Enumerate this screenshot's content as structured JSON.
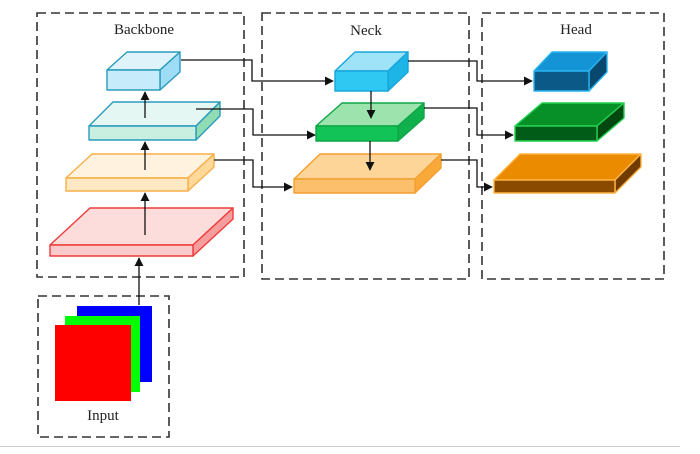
{
  "diagram": {
    "sections": {
      "backbone": {
        "title": "Backbone"
      },
      "neck": {
        "title": "Neck"
      },
      "head": {
        "title": "Head"
      },
      "input": {
        "title": "Input"
      }
    },
    "input_channels": [
      {
        "name": "blue-channel",
        "color": "#0000ff"
      },
      {
        "name": "green-channel",
        "color": "#00ff00"
      },
      {
        "name": "red-channel",
        "color": "#ff0000"
      }
    ],
    "backbone_layers": [
      {
        "name": "backbone-layer-1",
        "top": "#fddcdc",
        "front": "#fbcaca",
        "side": "#f69e9e",
        "stroke": "#ef3b3b"
      },
      {
        "name": "backbone-layer-2",
        "top": "#fff3e0",
        "front": "#ffe8c4",
        "side": "#ffd89a",
        "stroke": "#f7b049"
      },
      {
        "name": "backbone-layer-3",
        "top": "#e4f7f2",
        "front": "#c9efe1",
        "side": "#8fdcb5",
        "stroke": "#2a9bbd"
      },
      {
        "name": "backbone-layer-4",
        "top": "#dff3fb",
        "front": "#c6ecfb",
        "side": "#9fdcf5",
        "stroke": "#2a9bbd"
      }
    ],
    "neck_layers": [
      {
        "name": "neck-layer-top",
        "top": "#9ee3f7",
        "front": "#2ec8f2",
        "side": "#1cb5e6",
        "stroke": "#18a6dc"
      },
      {
        "name": "neck-layer-mid",
        "top": "#9de3ad",
        "front": "#12c457",
        "side": "#10b14d",
        "stroke": "#0fa646"
      },
      {
        "name": "neck-layer-bottom",
        "top": "#fdd598",
        "front": "#fcc06c",
        "side": "#f9a83a",
        "stroke": "#f3a031"
      }
    ],
    "head_layers": [
      {
        "name": "head-output-large",
        "top": "#1494d4",
        "front": "#0a5987",
        "side": "#09476c",
        "stroke": "#27b3f0"
      },
      {
        "name": "head-output-medium",
        "top": "#079027",
        "front": "#005c17",
        "side": "#004810",
        "stroke": "#22d14e"
      },
      {
        "name": "head-output-small",
        "top": "#ea8b00",
        "front": "#8a4a00",
        "side": "#703a00",
        "stroke": "#ffb341"
      }
    ],
    "edge_color": "#111111",
    "box_dash_color": "#333333"
  }
}
